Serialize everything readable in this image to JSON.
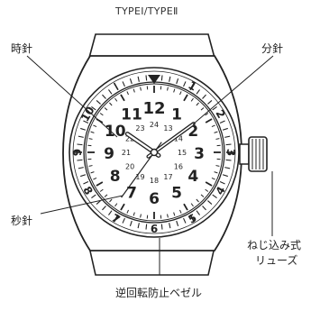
{
  "header": {
    "model": "TYPEⅠ/TYPEⅡ"
  },
  "labels": {
    "hour_hand": "時針",
    "minute_hand": "分針",
    "second_hand": "秒針",
    "crown": [
      "ねじ込み式",
      "リューズ"
    ],
    "bezel": "逆回転防止ベゼル"
  },
  "bezel_numerals": [
    "10",
    "9",
    "8",
    "7",
    "6",
    "5",
    "4",
    "3",
    "2",
    "1"
  ],
  "dial": {
    "hours": [
      "1",
      "2",
      "3",
      "4",
      "5",
      "6",
      "7",
      "8",
      "9",
      "10",
      "11",
      "12"
    ],
    "hours_24": [
      "13",
      "14",
      "15",
      "16",
      "17",
      "18",
      "19",
      "20",
      "21",
      "22",
      "23",
      "24"
    ],
    "hands_time": {
      "hour": 10,
      "minute": 9,
      "second": 36
    }
  },
  "colors": {
    "ink": "#222222",
    "case": "#ffffff",
    "dial": "#ffffff"
  }
}
